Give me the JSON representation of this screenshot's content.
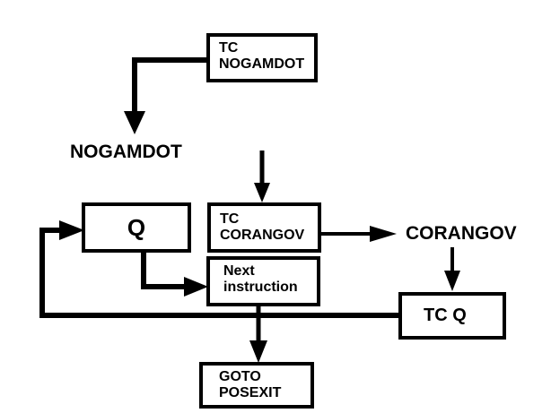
{
  "diagram": {
    "nodes": {
      "tc_nogamdot": {
        "lines": [
          "TC",
          "NOGAMDOT"
        ]
      },
      "nogamdot": {
        "text": "NOGAMDOT"
      },
      "q": {
        "text": "Q"
      },
      "tc_corangov": {
        "lines": [
          "TC",
          "CORANGOV"
        ]
      },
      "corangov": {
        "text": "CORANGOV"
      },
      "next_instruction": {
        "lines": [
          "Next",
          "instruction"
        ]
      },
      "tc_q": {
        "text": "TC Q"
      },
      "goto_posexit": {
        "lines": [
          "GOTO",
          "POSEXIT"
        ]
      }
    },
    "edges": [
      {
        "from": "TC NOGAMDOT",
        "to": "NOGAMDOT"
      },
      {
        "from": "above",
        "to": "TC CORANGOV"
      },
      {
        "from": "TC CORANGOV",
        "to": "CORANGOV"
      },
      {
        "from": "CORANGOV",
        "to": "TC Q"
      },
      {
        "from": "TC Q",
        "to": "Q"
      },
      {
        "from": "Q",
        "to": "Next instruction"
      },
      {
        "from": "Next instruction",
        "to": "GOTO POSEXIT"
      }
    ],
    "colors": {
      "stroke": "#000000",
      "background": "#ffffff"
    }
  }
}
